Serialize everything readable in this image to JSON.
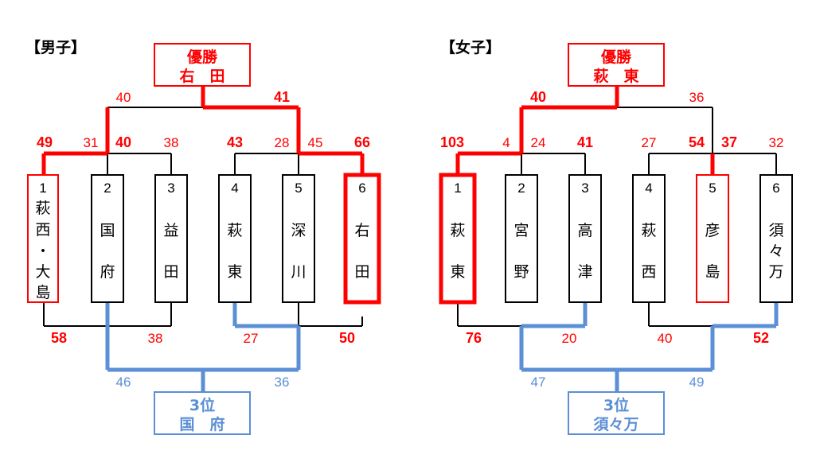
{
  "colors": {
    "winner": "#ff0000",
    "third": "#5b8fd6",
    "line": "#000000"
  },
  "brackets": [
    {
      "id": "boys",
      "title": "【男子】",
      "champion": {
        "label": "優勝",
        "name": "右　田"
      },
      "third": {
        "label": "3位",
        "name": "国　府"
      },
      "teams": [
        {
          "seed": "1",
          "chars": [
            "萩",
            "西",
            "・",
            "大",
            "島"
          ],
          "style": "thin-red"
        },
        {
          "seed": "2",
          "chars": [
            "国",
            "府"
          ],
          "style": "normal"
        },
        {
          "seed": "3",
          "chars": [
            "益",
            "田"
          ],
          "style": "normal"
        },
        {
          "seed": "4",
          "chars": [
            "萩",
            "東"
          ],
          "style": "normal"
        },
        {
          "seed": "5",
          "chars": [
            "深",
            "川"
          ],
          "style": "normal"
        },
        {
          "seed": "6",
          "chars": [
            "右",
            "田"
          ],
          "style": "thick-red"
        }
      ],
      "scores": {
        "r1_left_a": "49",
        "r1_left_b": "31",
        "r1_left_c": "40",
        "r1_left_d": "38",
        "r1_right_a": "43",
        "r1_right_b": "28",
        "r1_right_c": "45",
        "r1_right_d": "66",
        "final_left": "40",
        "final_right": "41",
        "sf_left_a": "58",
        "sf_left_b": "38",
        "sf_right_a": "27",
        "sf_right_b": "50",
        "third_left": "46",
        "third_right": "36"
      }
    },
    {
      "id": "girls",
      "title": "【女子】",
      "champion": {
        "label": "優勝",
        "name": "萩　東"
      },
      "third": {
        "label": "3位",
        "name": "須々万"
      },
      "teams": [
        {
          "seed": "1",
          "chars": [
            "萩",
            "東"
          ],
          "style": "thick-red"
        },
        {
          "seed": "2",
          "chars": [
            "宮",
            "野"
          ],
          "style": "normal"
        },
        {
          "seed": "3",
          "chars": [
            "高",
            "津"
          ],
          "style": "normal"
        },
        {
          "seed": "4",
          "chars": [
            "萩",
            "西"
          ],
          "style": "normal"
        },
        {
          "seed": "5",
          "chars": [
            "彦",
            "島"
          ],
          "style": "thin-red"
        },
        {
          "seed": "6",
          "chars": [
            "須",
            "々",
            "万"
          ],
          "style": "normal"
        }
      ],
      "scores": {
        "r1_left_a": "103",
        "r1_left_b": "4",
        "r1_left_c": "24",
        "r1_left_d": "41",
        "r1_right_a": "27",
        "r1_right_b": "54",
        "r1_right_c": "37",
        "r1_right_d": "32",
        "final_left": "40",
        "final_right": "36",
        "sf_left_a": "76",
        "sf_left_b": "20",
        "sf_right_a": "40",
        "sf_right_b": "52",
        "third_left": "47",
        "third_right": "49"
      }
    }
  ]
}
